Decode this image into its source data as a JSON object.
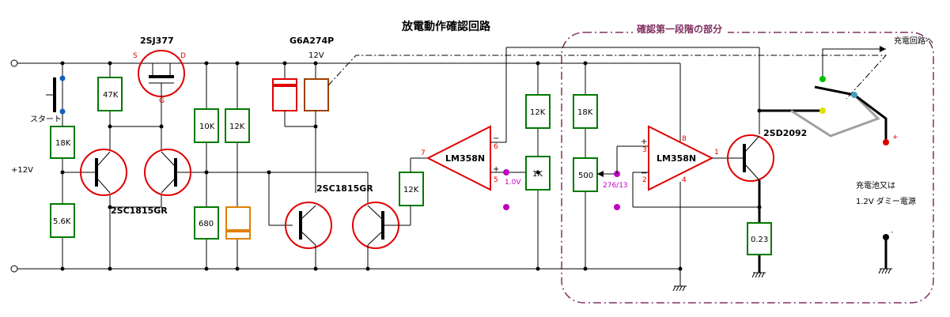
{
  "title": "放電動作確認回路",
  "section_label": "確認第一段階の部分",
  "supply_label": "+12V",
  "rail_label": "12V",
  "start_label": "スタート",
  "charge_path_label": "充電回路へ",
  "battery_label_line1": "充電池又は",
  "battery_label_line2": "1.2V ダミー電源",
  "plus_sign": "+",
  "minus_sign": "-",
  "parts": {
    "fet": "2SJ377",
    "relay": "G6A274P",
    "q_left": "2SC1815GR",
    "q_mid": "2SC1815GR",
    "q_out": "2SD2092",
    "opamp1": "LM358N",
    "opamp2": "LM358N"
  },
  "fet_pins": {
    "s": "S",
    "d": "D",
    "g": "G"
  },
  "resistors": {
    "r47k": "47K",
    "r18k_a": "18K",
    "r5k6": "5.6K",
    "r10k": "10K",
    "r12k_a": "12K",
    "r680": "680",
    "r12k_b": "12K",
    "r12k_c": "12K",
    "r1k": "1K",
    "r18k_b": "18K",
    "r500": "500",
    "r023": "0.23"
  },
  "opamp1_pins": {
    "minus": "−",
    "plus": "+",
    "p6": "6",
    "p5": "5",
    "p7": "7"
  },
  "opamp2_pins": {
    "plus": "+",
    "minus": "−",
    "p3": "3",
    "p2": "2",
    "p8": "8",
    "p4": "4",
    "p1": "1"
  },
  "voltages": {
    "ref": "1.0V",
    "ratio": "276/13"
  },
  "colors": {
    "resistor_border": "#007a00",
    "highlight": "#e00000",
    "probe": "#c000c0",
    "section_border": "#803060",
    "contact_blue": "#1060c0"
  }
}
